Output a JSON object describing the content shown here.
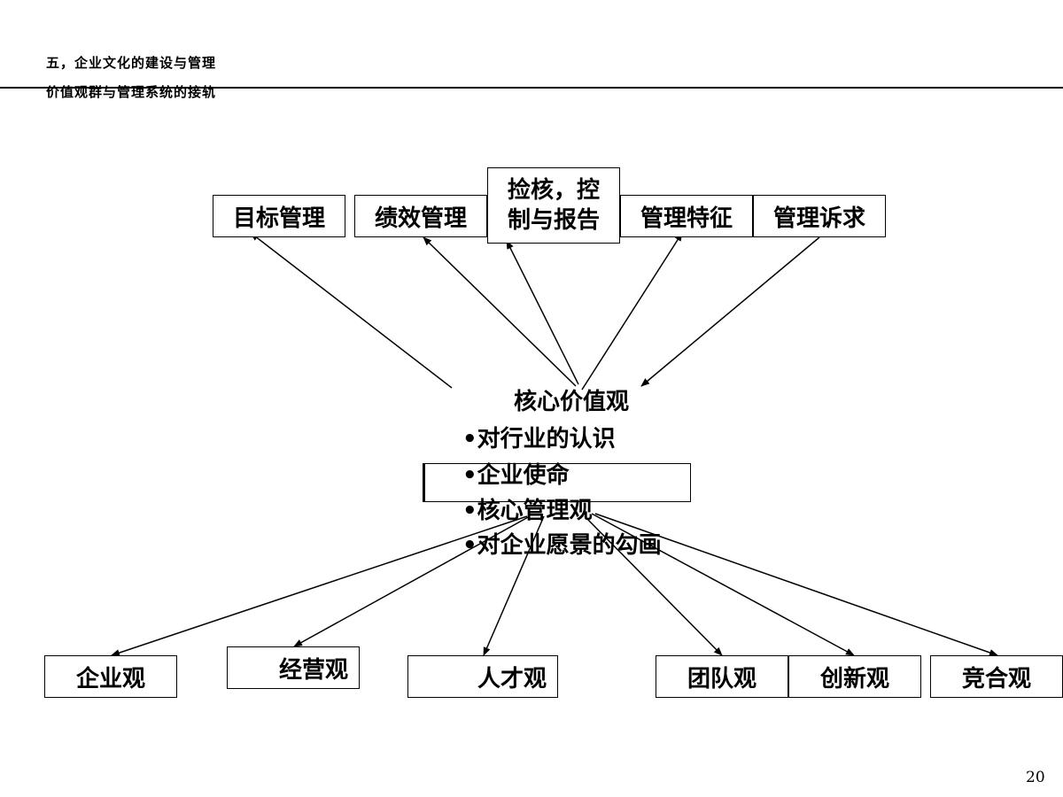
{
  "header": {
    "title_line1": "五，企业文化的建设与管理",
    "title_line2": "价值观群与管理系统的接轨"
  },
  "top_boxes": {
    "b1": "目标管理",
    "b2": "绩效管理",
    "b3_line1": "捡核，控",
    "b3_line2": "制与报告",
    "b4": "管理特征",
    "b5": "管理诉求"
  },
  "core": {
    "title": "核心价值观",
    "item1": "•对行业的认识",
    "item2": "•企业使命",
    "item3": "•核心管理观",
    "item4": "•对企业愿景的勾画"
  },
  "bottom_boxes": {
    "b1": "企业观",
    "b2": "经营观",
    "b3": "人才观",
    "b4": "团队观",
    "b5": "创新观",
    "b6": "竞合观"
  },
  "page_number": "20"
}
